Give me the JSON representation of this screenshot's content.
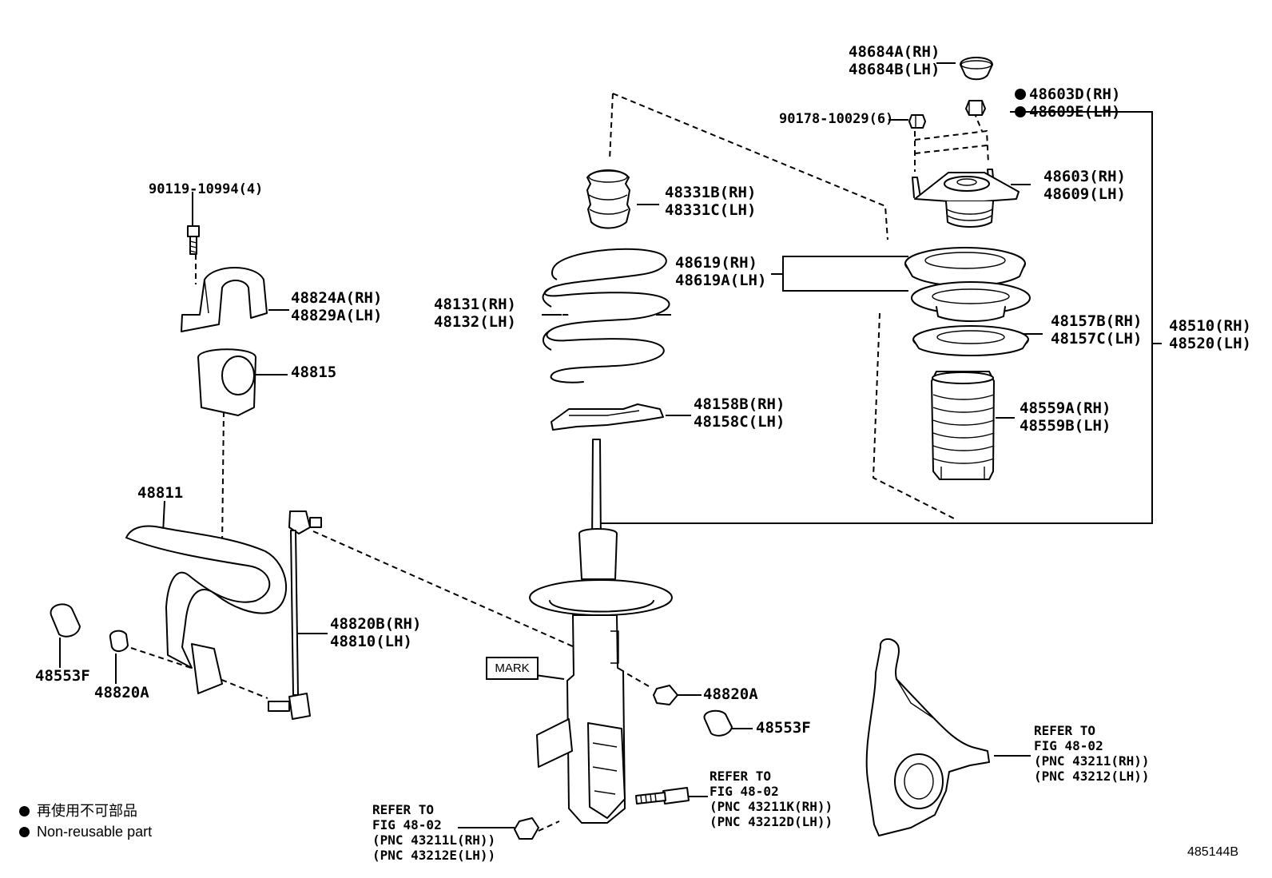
{
  "diagram": {
    "part_labels": {
      "cap": [
        "48684A(RH)",
        "48684B(LH)"
      ],
      "nut_top": [
        "48603D(RH)",
        "48609E(LH)"
      ],
      "nut_small": "90178-10029(6)",
      "support": [
        "48603(RH)",
        "48609(LH)"
      ],
      "bumper": [
        "48331B(RH)",
        "48331C(LH)"
      ],
      "spring": [
        "48131(RH)",
        "48132(LH)"
      ],
      "seat": [
        "48619(RH)",
        "48619A(LH)"
      ],
      "bearing": [
        "48157B(RH)",
        "48157C(LH)"
      ],
      "strut_assy": [
        "48510(RH)",
        "48520(LH)"
      ],
      "boot": [
        "48559A(RH)",
        "48559B(LH)"
      ],
      "insulator": [
        "48158B(RH)",
        "48158C(LH)"
      ],
      "bolt_top": "90119-10994(4)",
      "bracket": [
        "48824A(RH)",
        "48829A(LH)"
      ],
      "bushing": "48815",
      "stab_bar": "48811",
      "link": [
        "48820B(RH)",
        "48810(LH)"
      ],
      "nut_left1": "48553F",
      "nut_left2": "48820A",
      "nut_right1": "48820A",
      "nut_right2": "48553F"
    },
    "mark_label": "MARK",
    "refer_blocks": {
      "knuckle": [
        "REFER TO",
        "FIG 48-02",
        "(PNC 43211(RH))",
        "(PNC 43212(LH))"
      ],
      "bolt": [
        "REFER TO",
        "FIG 48-02",
        "(PNC 43211K(RH))",
        "(PNC 43212D(LH))"
      ],
      "nut": [
        "REFER TO",
        "FIG 48-02",
        "(PNC 43211L(RH))",
        "(PNC 43212E(LH))"
      ]
    },
    "legend": {
      "line1": "再使用不可部品",
      "line2": "Non-reusable part"
    },
    "figure_code": "485144B"
  }
}
